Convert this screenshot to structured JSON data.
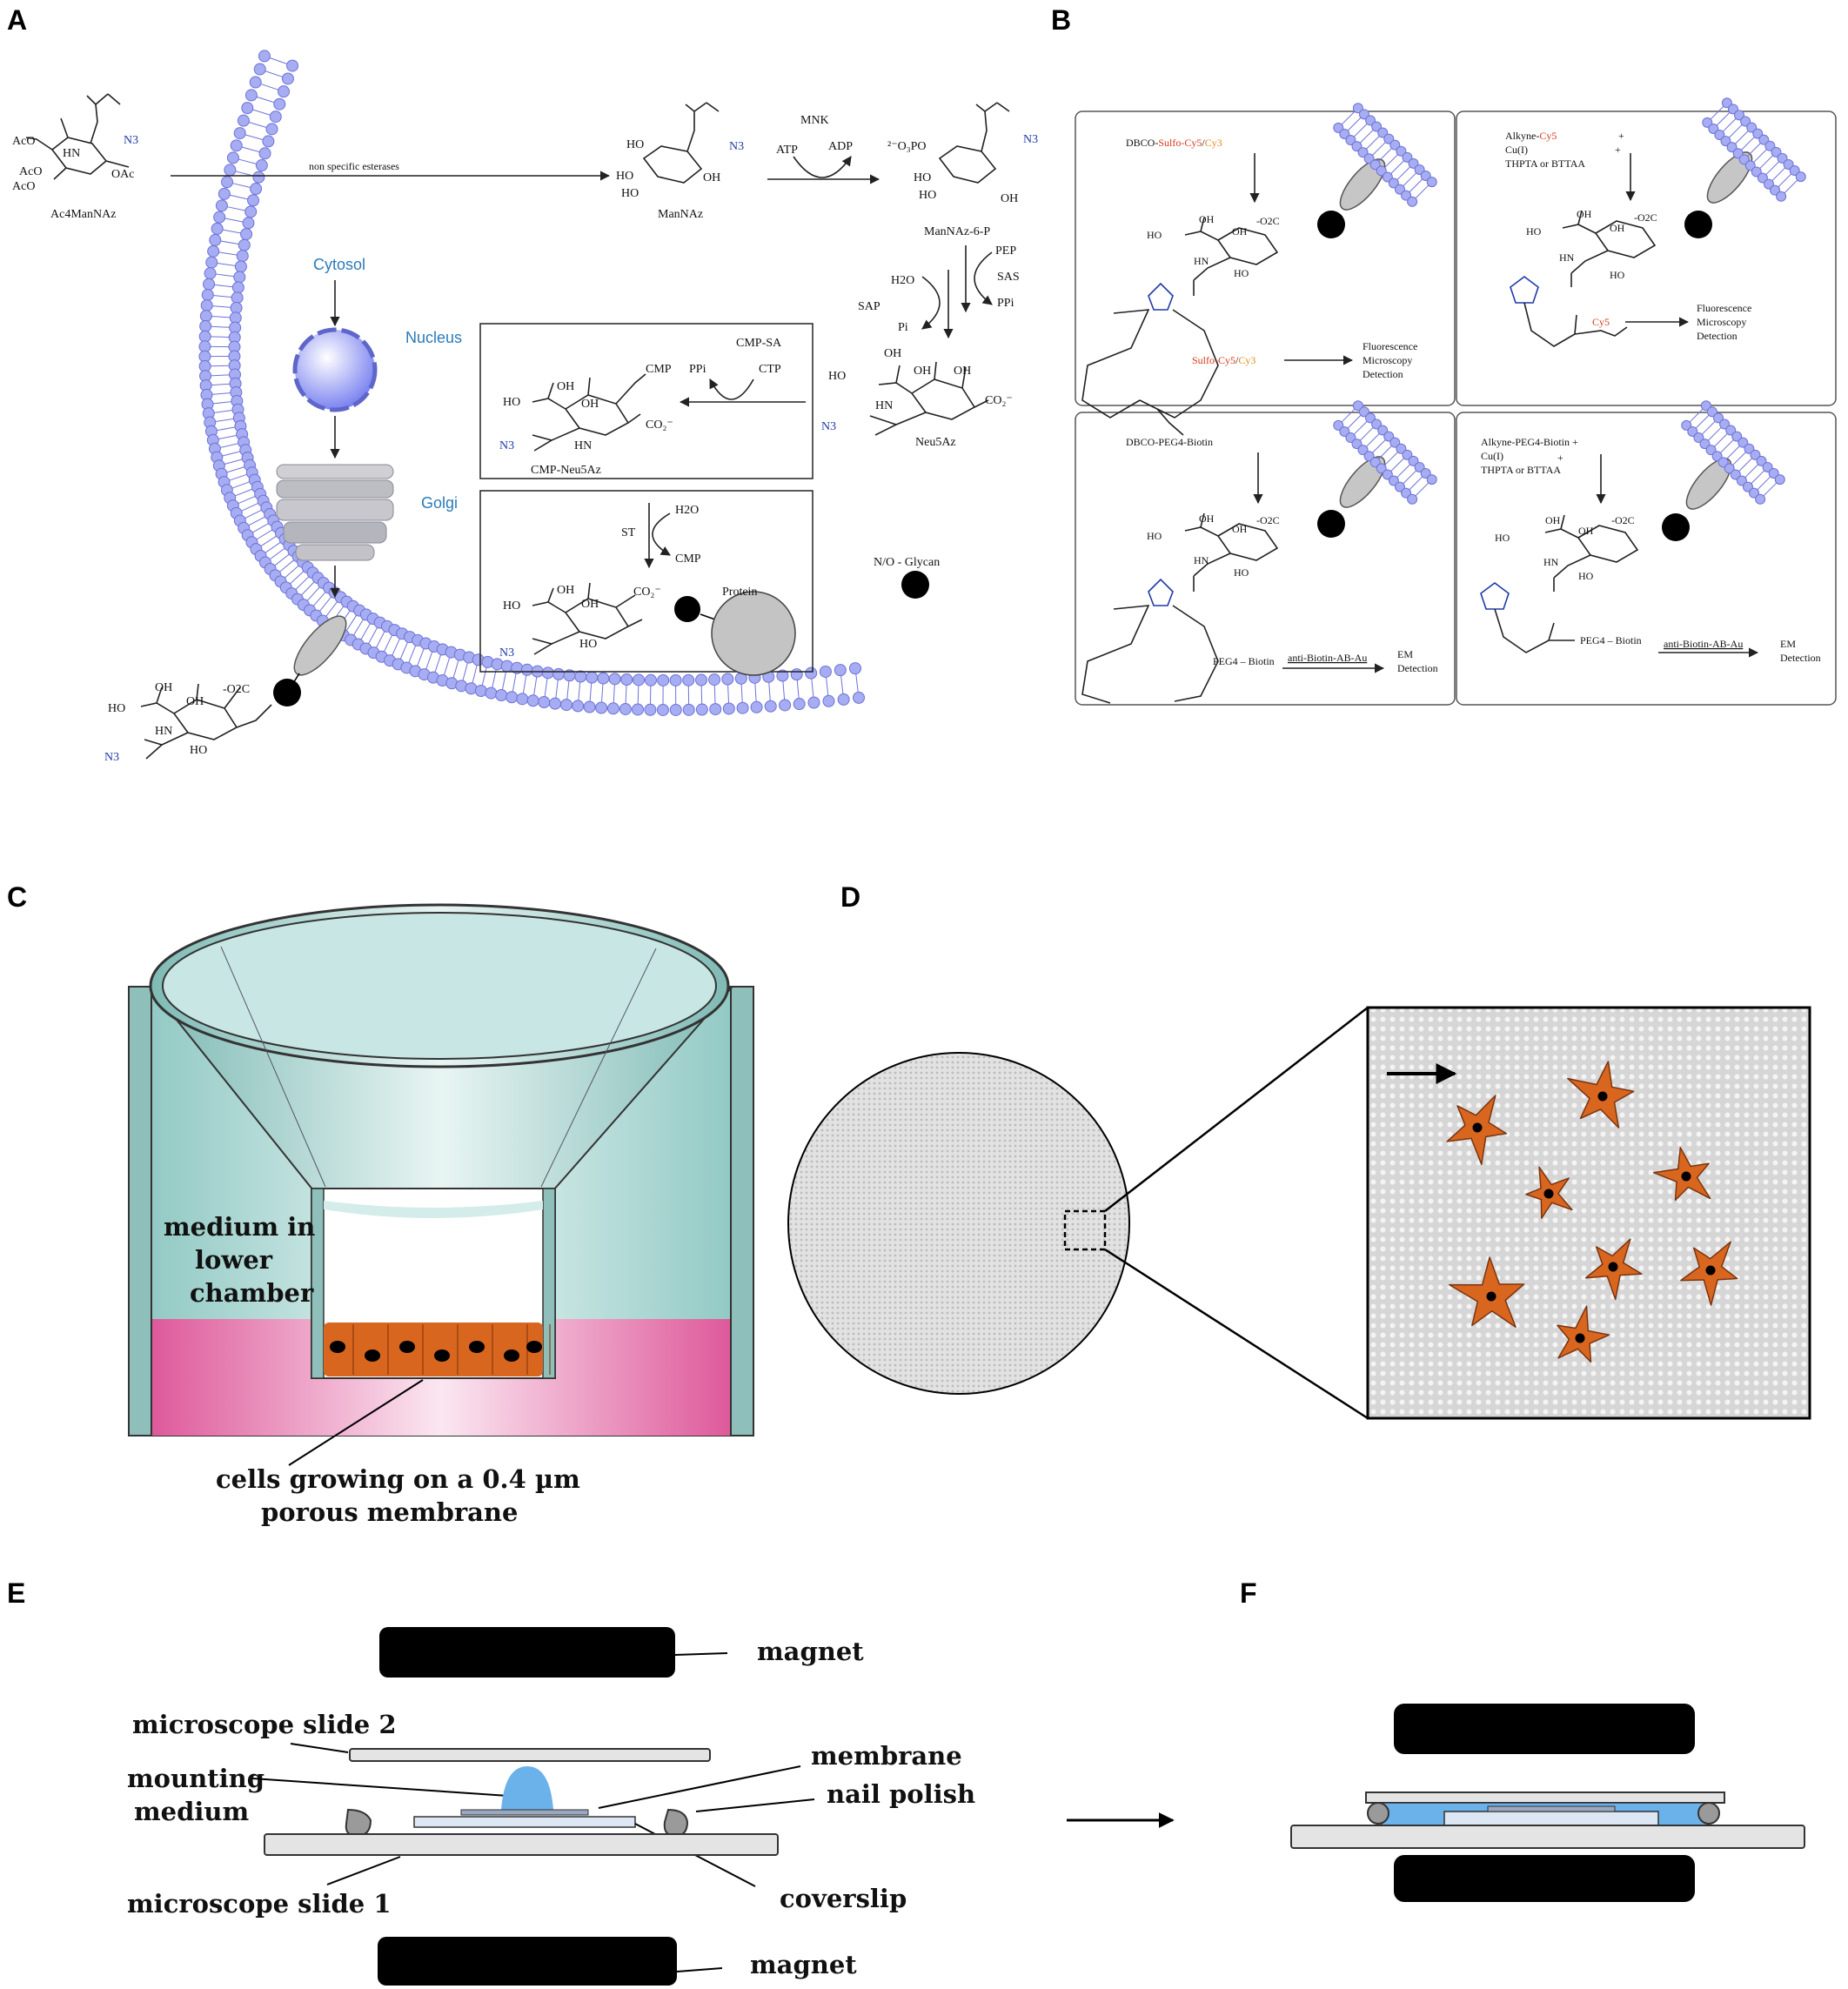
{
  "panels": {
    "A": "A",
    "B": "B",
    "C": "C",
    "D": "D",
    "E": "E",
    "F": "F"
  },
  "panel_a": {
    "ac4mannaz": {
      "name": "Ac4ManNAz",
      "aco1": "AcO",
      "aco2": "AcO",
      "aco3": "AcO",
      "oac": "OAc",
      "hn": "HN",
      "n3": "N3"
    },
    "esterases": "non specific esterases",
    "mannaz": "ManNAz",
    "mnk": "MNK",
    "atp": "ATP",
    "adp": "ADP",
    "mannaz6p": "ManNAz-6-P",
    "pep": "PEP",
    "sas": "SAS",
    "ppi": "PPi",
    "h2o": "H2O",
    "sap": "SAP",
    "pi": "Pi",
    "neu5az": "Neu5Az",
    "cmp_sa": "CMP-SA",
    "ctp": "CTP",
    "cmp": "CMP",
    "cmp_neu5az": "CMP-Neu5Az",
    "st": "ST",
    "protein": "Protein",
    "glycan": "N/O - Glycan",
    "cytosol": "Cytosol",
    "nucleus": "Nucleus",
    "golgi": "Golgi",
    "ho": "HO",
    "oh": "OH",
    "co2": "-O2C"
  },
  "panel_b": {
    "dbco_prefix": "DBCO-",
    "sulfo_cy5": "Sulfo-Cy5",
    "slash": "/",
    "cy3": "Cy3",
    "alkyne_prefix": "Alkyne-",
    "cy5": "Cy5",
    "cu": "Cu(I)",
    "thpta": "THPTA or BTTAA",
    "plus": "+",
    "fluor_line1": "Fluorescence",
    "fluor_line2": "Microscopy",
    "fluor_line3": "Detection",
    "dbco_peg": "DBCO-PEG4-Biotin",
    "alkyne_peg": "Alkyne-PEG4-Biotin +",
    "peg_biotin": "PEG4 – Biotin",
    "anti_biotin": "anti-Biotin-AB-Au",
    "em_line1": "EM",
    "em_line2": "Detection"
  },
  "panel_c": {
    "medium_line1": "medium in",
    "medium_line2": "lower",
    "medium_line3": "chamber",
    "cells_line1": "cells growing on a 0.4 µm",
    "cells_line2": "porous membrane"
  },
  "panel_e": {
    "magnet_top": "magnet",
    "slide2": "microscope slide 2",
    "mounting_line1": "mounting",
    "mounting_line2": "medium",
    "membrane": "membrane",
    "nail_polish": "nail polish",
    "slide1": "microscope slide 1",
    "coverslip": "coverslip",
    "magnet_bottom": "magnet"
  },
  "colors": {
    "lipid_head": "#a7adf2",
    "lipid_stroke": "#6d72d6",
    "glycan": "#000000",
    "protein": "#c4c4c4",
    "insert_teal": "#9ccfca",
    "medium_pink": "#e35a9a",
    "cell_orange": "#d9661f",
    "mounting_blue": "#6bb2ea",
    "coverslip": "#dde6f3"
  }
}
